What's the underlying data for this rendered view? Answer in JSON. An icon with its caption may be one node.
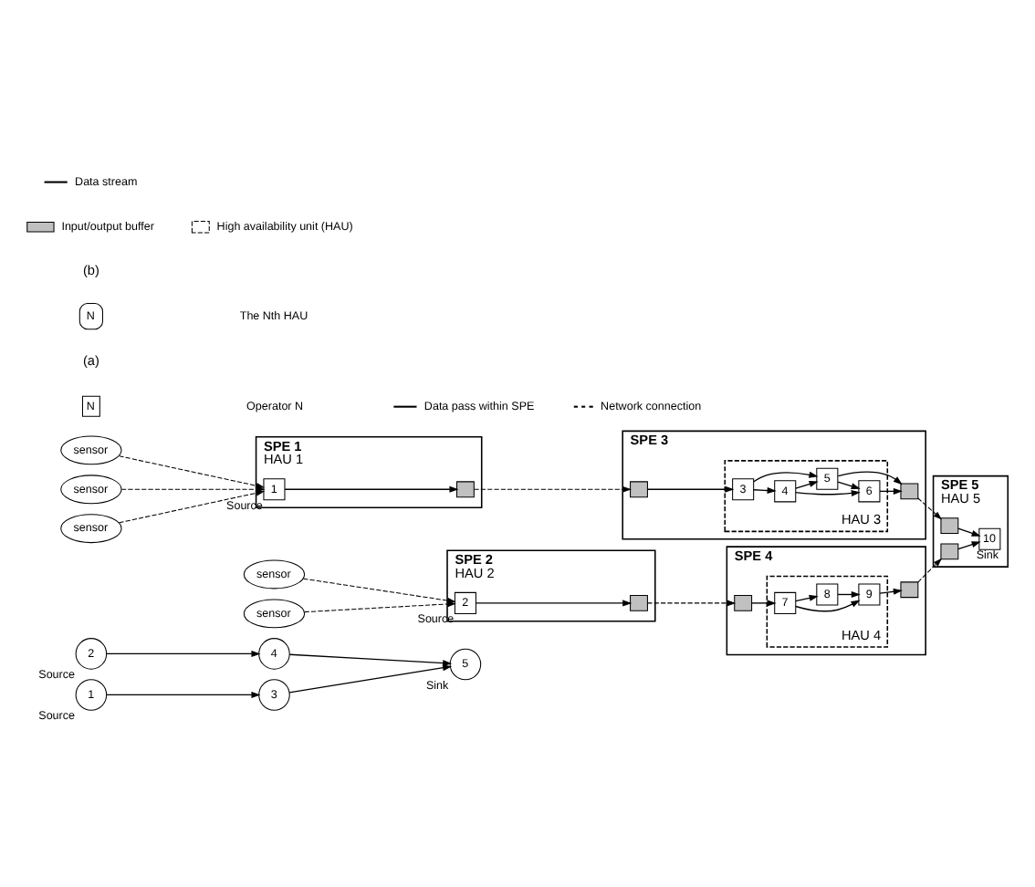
{
  "diagram": {
    "nodes": [
      {
        "text": [
          "SPE 1",
          "HAU 1"
        ]
      },
      {
        "text": [
          "sensor"
        ]
      },
      {
        "text": [
          "sensor"
        ]
      },
      {
        "text": [
          "sensor"
        ]
      },
      {
        "text": [
          "1"
        ],
        "in": 0,
        "beside": [
          "Source"
        ]
      },
      {
        "text": [],
        "shape": "box",
        "in": 0
      },
      {
        "text": [
          "SPE 3"
        ]
      },
      {
        "text": [
          "HAU 3"
        ],
        "in": 6
      },
      {
        "text": [],
        "shape": "box",
        "in": 6
      },
      {
        "text": [
          "4"
        ],
        "in": 7
      },
      {
        "text": [
          "6"
        ],
        "in": 7
      },
      {
        "text": [
          "3"
        ],
        "in": 7
      },
      {
        "text": [
          "5"
        ],
        "in": 7
      },
      {
        "text": [],
        "shape": "box",
        "in": 6
      },
      {
        "text": [
          "SPE 5",
          "HAU 5"
        ]
      },
      {
        "text": [],
        "shape": "box",
        "in": 14
      },
      {
        "text": [],
        "shape": "box",
        "in": 14
      },
      {
        "text": [
          "10"
        ],
        "in": 14,
        "beside": [
          "Sink"
        ]
      },
      {
        "text": [
          "SPE 2",
          "HAU 2"
        ]
      },
      {
        "text": [
          "sensor"
        ]
      },
      {
        "text": [
          "sensor"
        ]
      },
      {
        "text": [
          "2"
        ],
        "in": 18,
        "beside": [
          "Source"
        ]
      },
      {
        "text": [],
        "shape": "box",
        "in": 18
      },
      {
        "text": [
          "SPE 4"
        ]
      },
      {
        "text": [
          "HAU 4"
        ],
        "in": 23
      },
      {
        "text": [],
        "shape": "box",
        "in": 23
      },
      {
        "text": [
          "7"
        ],
        "in": 24
      },
      {
        "text": [
          "9"
        ],
        "in": 24
      },
      {
        "text": [
          "8"
        ],
        "in": 24
      },
      {
        "text": [],
        "shape": "box",
        "in": 23
      },
      {
        "text": [
          "1"
        ],
        "beside": [
          "Source"
        ]
      },
      {
        "text": [
          "3"
        ]
      },
      {
        "text": [
          "2"
        ],
        "beside": [
          "Source"
        ]
      },
      {
        "text": [
          "4"
        ]
      },
      {
        "text": [
          "5"
        ],
        "beside": [
          "Sink"
        ]
      }
    ],
    "edges": [
      {
        "from": 1,
        "to": 4,
        "arrow": "to",
        "style": "dashed"
      },
      {
        "from": 2,
        "to": 4,
        "arrow": "to",
        "style": "dashed"
      },
      {
        "from": 3,
        "to": 4,
        "arrow": "to",
        "style": "dashed"
      },
      {
        "from": 4,
        "to": 5,
        "arrow": "to"
      },
      {
        "from": 5,
        "to": 8,
        "arrow": "to",
        "style": "dashed"
      },
      {
        "from": 8,
        "to": 11,
        "arrow": "to"
      },
      {
        "from": 11,
        "to": 9,
        "arrow": "to"
      },
      {
        "from": 11,
        "to": 12,
        "arrow": "to"
      },
      {
        "from": 9,
        "to": 10,
        "arrow": "to"
      },
      {
        "from": 9,
        "to": 12,
        "arrow": "to"
      },
      {
        "from": 12,
        "to": 10,
        "arrow": "to"
      },
      {
        "from": 10,
        "to": 13,
        "arrow": "to"
      },
      {
        "from": 12,
        "to": 13,
        "arrow": "to"
      },
      {
        "from": 13,
        "to": 15,
        "arrow": "to",
        "style": "dashed"
      },
      {
        "from": 29,
        "to": 16,
        "arrow": "to",
        "style": "dashed"
      },
      {
        "from": 15,
        "to": 17,
        "arrow": "to"
      },
      {
        "from": 16,
        "to": 17,
        "arrow": "to"
      },
      {
        "from": 19,
        "to": 21,
        "arrow": "to",
        "style": "dashed"
      },
      {
        "from": 20,
        "to": 21,
        "arrow": "to",
        "style": "dashed"
      },
      {
        "from": 21,
        "to": 22,
        "arrow": "to"
      },
      {
        "from": 22,
        "to": 25,
        "arrow": "to",
        "style": "dashed"
      },
      {
        "from": 25,
        "to": 26,
        "arrow": "to"
      },
      {
        "from": 26,
        "to": 27,
        "arrow": "to"
      },
      {
        "from": 26,
        "to": 28,
        "arrow": "to"
      },
      {
        "from": 28,
        "to": 27,
        "arrow": "to"
      },
      {
        "from": 27,
        "to": 29,
        "arrow": "to"
      },
      {
        "from": 30,
        "to": 31,
        "arrow": "to"
      },
      {
        "from": 32,
        "to": 33,
        "arrow": "to"
      },
      {
        "from": 31,
        "to": 34,
        "arrow": "to"
      },
      {
        "from": 33,
        "to": 34,
        "arrow": "to"
      }
    ],
    "labels": [
      "N",
      "(a)",
      "N",
      "(b)"
    ],
    "legend": [
      {
        "text": "Operator N"
      },
      {
        "text": "Data pass within SPE"
      },
      {
        "text": "Network connection"
      },
      {
        "text": "Input/output buffer",
        "color": "#c0c0c0"
      },
      {
        "text": "High availability unit (HAU)"
      },
      {
        "text": "The Nth HAU"
      },
      {
        "text": "Data stream"
      }
    ]
  }
}
